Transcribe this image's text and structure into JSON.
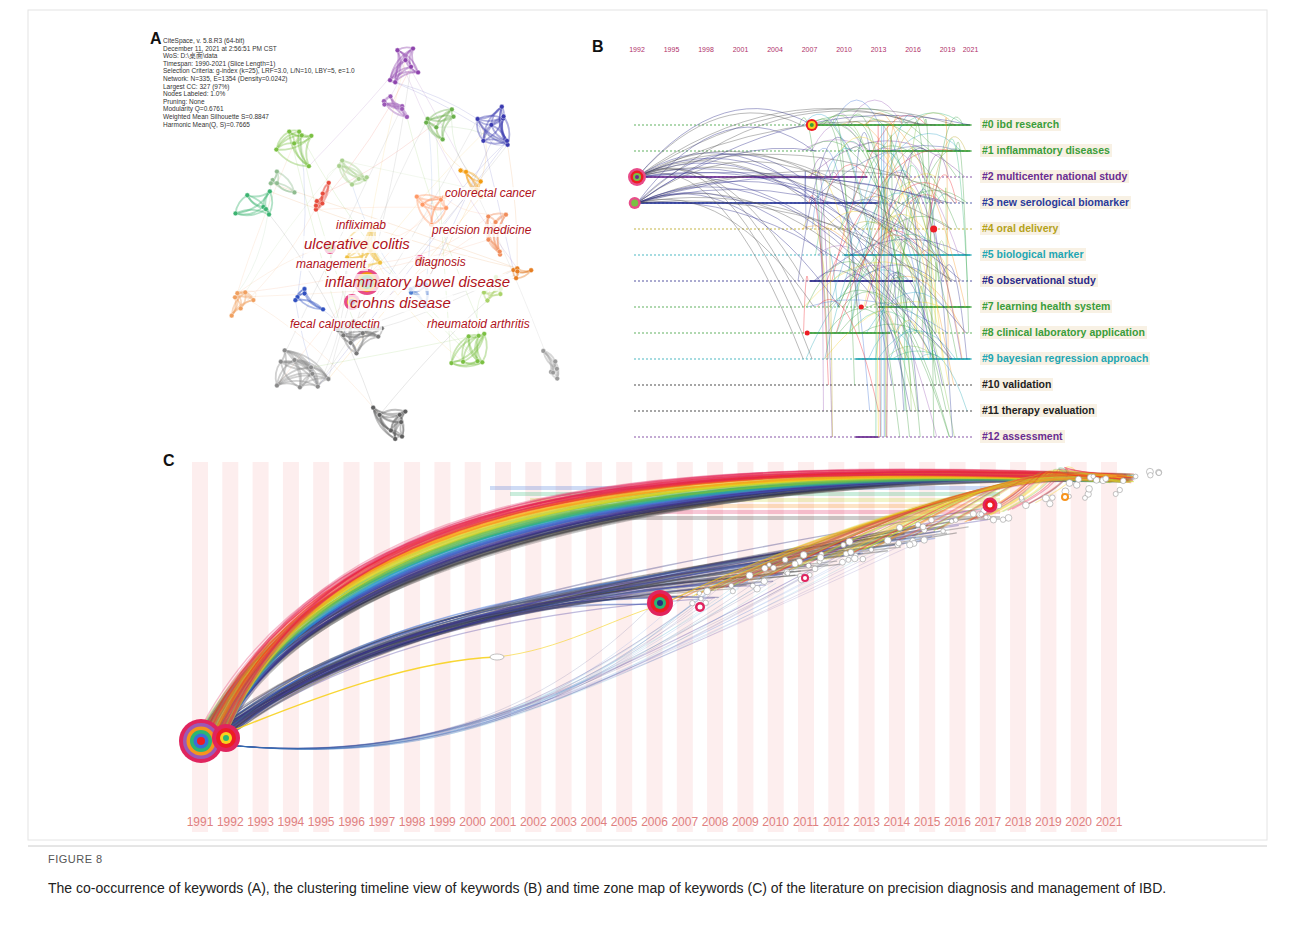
{
  "diagram": {
    "caption": "The co-occurrence of keywords (A), the clustering timeline view of keywords (B) and time zone map of keywords (C) of the literature on precision diagnosis and management of IBD.",
    "labels": [
      "A",
      "B",
      "C",
      "CiteSpace, v. 5.8.R3 (64-bit)",
      "December 11, 2021 at 2:56:51 PM CST",
      "WoS: D:\\桌面\\data",
      "Timespan: 1990-2021 (Slice Length=1)",
      "Selection Criteria: g-index (k=25), LRF=3.0, L/N=10, LBY=5, e=1.0",
      "Network: N=335, E=1354 (Density=0.0242)",
      "Largest CC: 327 (97%)",
      "Nodes Labeled: 1.0%",
      "Pruning: None",
      "Modularity Q=0.6761",
      "Weighted Mean Silhouette S=0.8847",
      "Harmonic Mean(Q, S)=0.7665",
      "colorectal cancer",
      "infliximab",
      "ulcerative colitis",
      "precision medicine",
      "management",
      "diagnosis",
      "inflammatory bowel disease",
      "crohns disease",
      "fecal calprotectin",
      "rheumatoid arthritis",
      "1992",
      "1995",
      "1998",
      "2001",
      "2004",
      "2007",
      "2010",
      "2013",
      "2016",
      "2019",
      "2021",
      "#0 ibd research",
      "#1 inflammatory diseases",
      "#2 multicenter national study",
      "#3 new serological biomarker",
      "#4 oral delivery",
      "#5 biological marker",
      "#6 observational study",
      "#7 learning health system",
      "#8 clinical laboratory application",
      "#9 bayesian regression approach",
      "#10 validation",
      "#11 therapy evaluation",
      "#12 assessment",
      "1991",
      "1992",
      "1993",
      "1994",
      "1995",
      "1996",
      "1997",
      "1998",
      "1999",
      "2000",
      "2001",
      "2002",
      "2003",
      "2004",
      "2005",
      "2006",
      "2007",
      "2008",
      "2009",
      "2010",
      "2011",
      "2012",
      "2013",
      "2014",
      "2015",
      "2016",
      "2017",
      "2018",
      "2019",
      "2020",
      "2021",
      "FIGURE 8"
    ]
  }
}
